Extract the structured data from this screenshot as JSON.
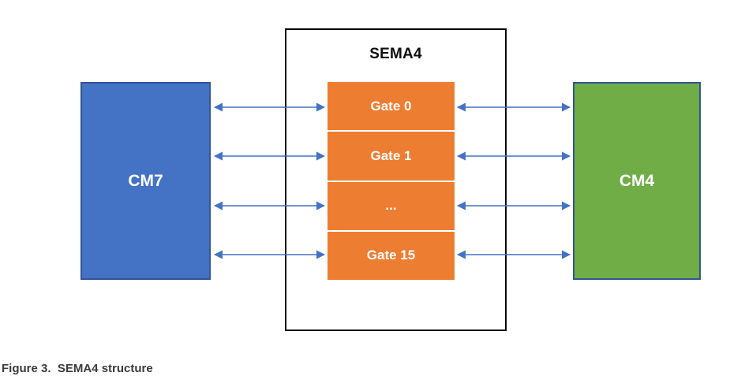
{
  "diagram": {
    "title": "SEMA4",
    "caption": "Figure 3.  SEMA4 structure",
    "left_block": {
      "label": "CM7"
    },
    "right_block": {
      "label": "CM4"
    },
    "sema4": {
      "gates": [
        "Gate 0",
        "Gate 1",
        "...",
        "Gate 15"
      ]
    },
    "connections": {
      "style": "bidirectional-arrows",
      "left_pairs": [
        "CM7-Gate 0",
        "CM7-Gate 1",
        "CM7-...",
        "CM7-Gate 15"
      ],
      "right_pairs": [
        "Gate 0-CM4",
        "Gate 1-CM4",
        "...-CM4",
        "Gate 15-CM4"
      ]
    },
    "colors": {
      "cm7_fill": "#4472C4",
      "cm7_border": "#2F5597",
      "cm4_fill": "#70AD47",
      "cm4_border": "#2F5597",
      "gate_fill": "#ED7D31",
      "gate_divider": "#FFFFFF",
      "gate_text": "#FFFFFF",
      "arrow": "#4472C4",
      "container_border": "#000000",
      "caption_text": "#3B3B3B"
    }
  }
}
